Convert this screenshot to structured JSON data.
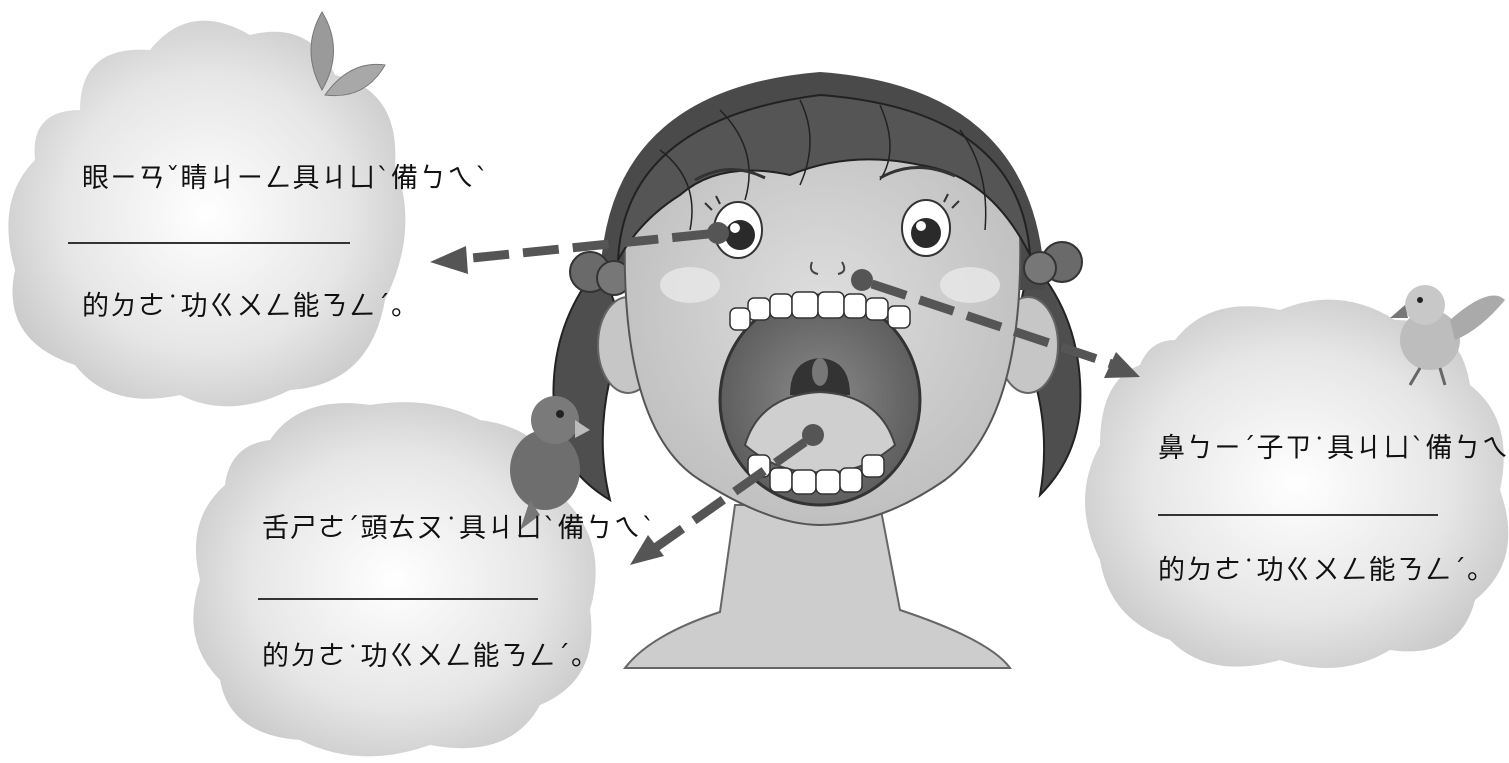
{
  "worksheet": {
    "eyes_box": {
      "line1": "眼ㄧㄢˇ睛ㄐㄧㄥ具ㄐㄩˋ備ㄅㄟˋ",
      "line2": "的ㄉㄜ˙功ㄍㄨㄥ能ㄋㄥˊ。"
    },
    "tongue_box": {
      "line1": "舌ㄕㄜˊ頭ㄊㄡ˙具ㄐㄩˋ備ㄅㄟˋ",
      "line2": "的ㄉㄜ˙功ㄍㄨㄥ能ㄋㄥˊ。"
    },
    "nose_box": {
      "line1": "鼻ㄅㄧˊ子ㄗ˙具ㄐㄩˋ備ㄅㄟˋ",
      "line2": "的ㄉㄜ˙功ㄍㄨㄥ能ㄋㄥˊ。"
    }
  },
  "colors": {
    "cloud_fill": "#d6d6d6",
    "arrow": "#555555",
    "skin": "#cfcfcf",
    "hair": "#4a4a4a"
  }
}
